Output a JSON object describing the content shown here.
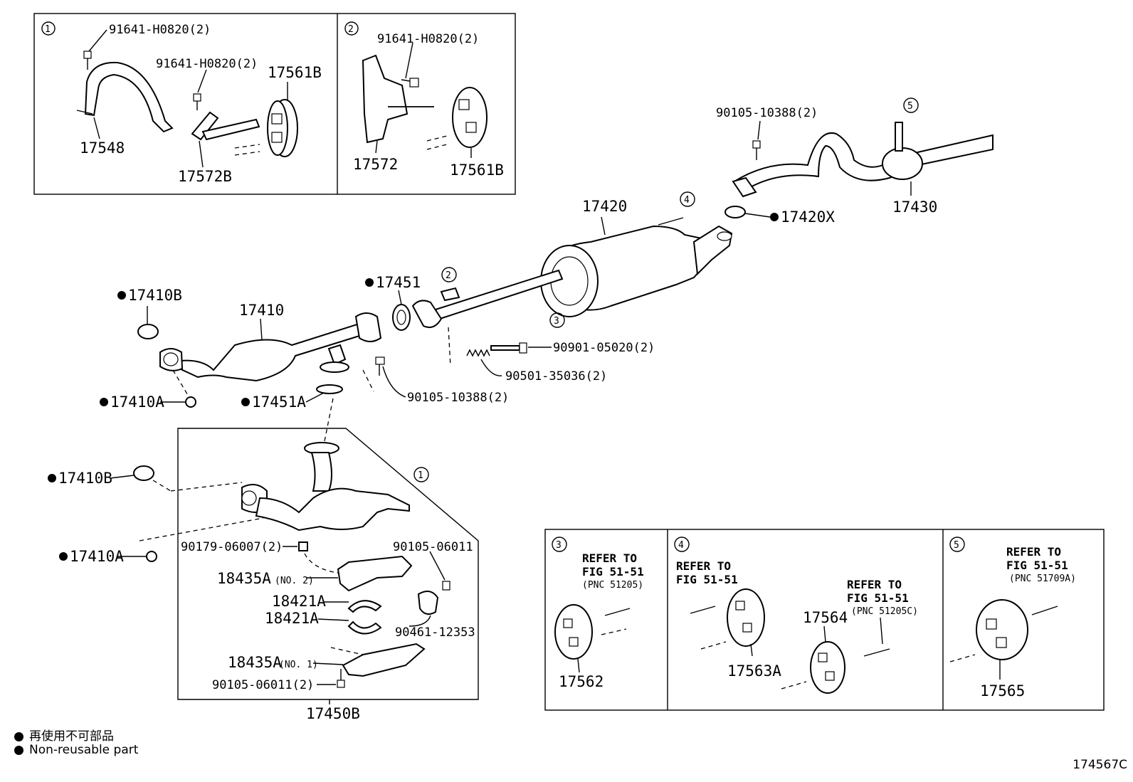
{
  "labels": {
    "bolt_top_1": "91641-H0820(2)",
    "bolt_top_1b": "91641-H0820(2)",
    "bolt_top_2": "91641-H0820(2)",
    "p17548": "17548",
    "p17572B": "17572B",
    "p17561B_1": "17561B",
    "p17572": "17572",
    "p17561B_2": "17561B",
    "p90105_a": "90105-10388(2)",
    "p17430": "17430",
    "p17420": "17420",
    "p17420X": "17420X",
    "p17451": "17451",
    "p17410B_top": "17410B",
    "p17410": "17410",
    "p90901": "90901-05020(2)",
    "p90501": "90501-35036(2)",
    "p90105_b": "90105-10388(2)",
    "p17410A_top": "17410A",
    "p17451A": "17451A",
    "p17410B_bot": "17410B",
    "p17410A_bot": "17410A",
    "p90179": "90179-06007(2)",
    "p90105_c": "90105-06011",
    "p18435A_2": "18435A",
    "p18435A_2_note": "(NO. 2)",
    "p18421A_a": "18421A",
    "p18421A_b": "18421A",
    "p90461": "90461-12353",
    "p18435A_1": "18435A",
    "p18435A_1_note": "(NO. 1)",
    "p90105_d": "90105-06011(2)",
    "p17450B": "17450B"
  },
  "callouts": {
    "c1": "1",
    "c2": "2",
    "c3": "3",
    "c4": "4",
    "c5": "5",
    "c2_mid": "2",
    "c3_mid": "3",
    "c4_mid": "4",
    "c5_mid": "5",
    "c1_mid": "1"
  },
  "refer_boxes": {
    "box3": {
      "line1": "REFER TO",
      "line2": "FIG 51-51",
      "line3": "(PNC 51205)",
      "part": "17562"
    },
    "box4": {
      "line1": "REFER TO",
      "line2": "FIG 51-51",
      "part_a": "17563A",
      "line1b": "REFER TO",
      "line2b": "FIG 51-51",
      "line3b": "(PNC 51205C)",
      "part_b": "17564"
    },
    "box5": {
      "line1": "REFER TO",
      "line2": "FIG 51-51",
      "line3": "(PNC 51709A)",
      "part": "17565"
    }
  },
  "legend": {
    "jp": "再使用不可部品",
    "en": "Non-reusable part"
  },
  "figure_id": "174567C"
}
